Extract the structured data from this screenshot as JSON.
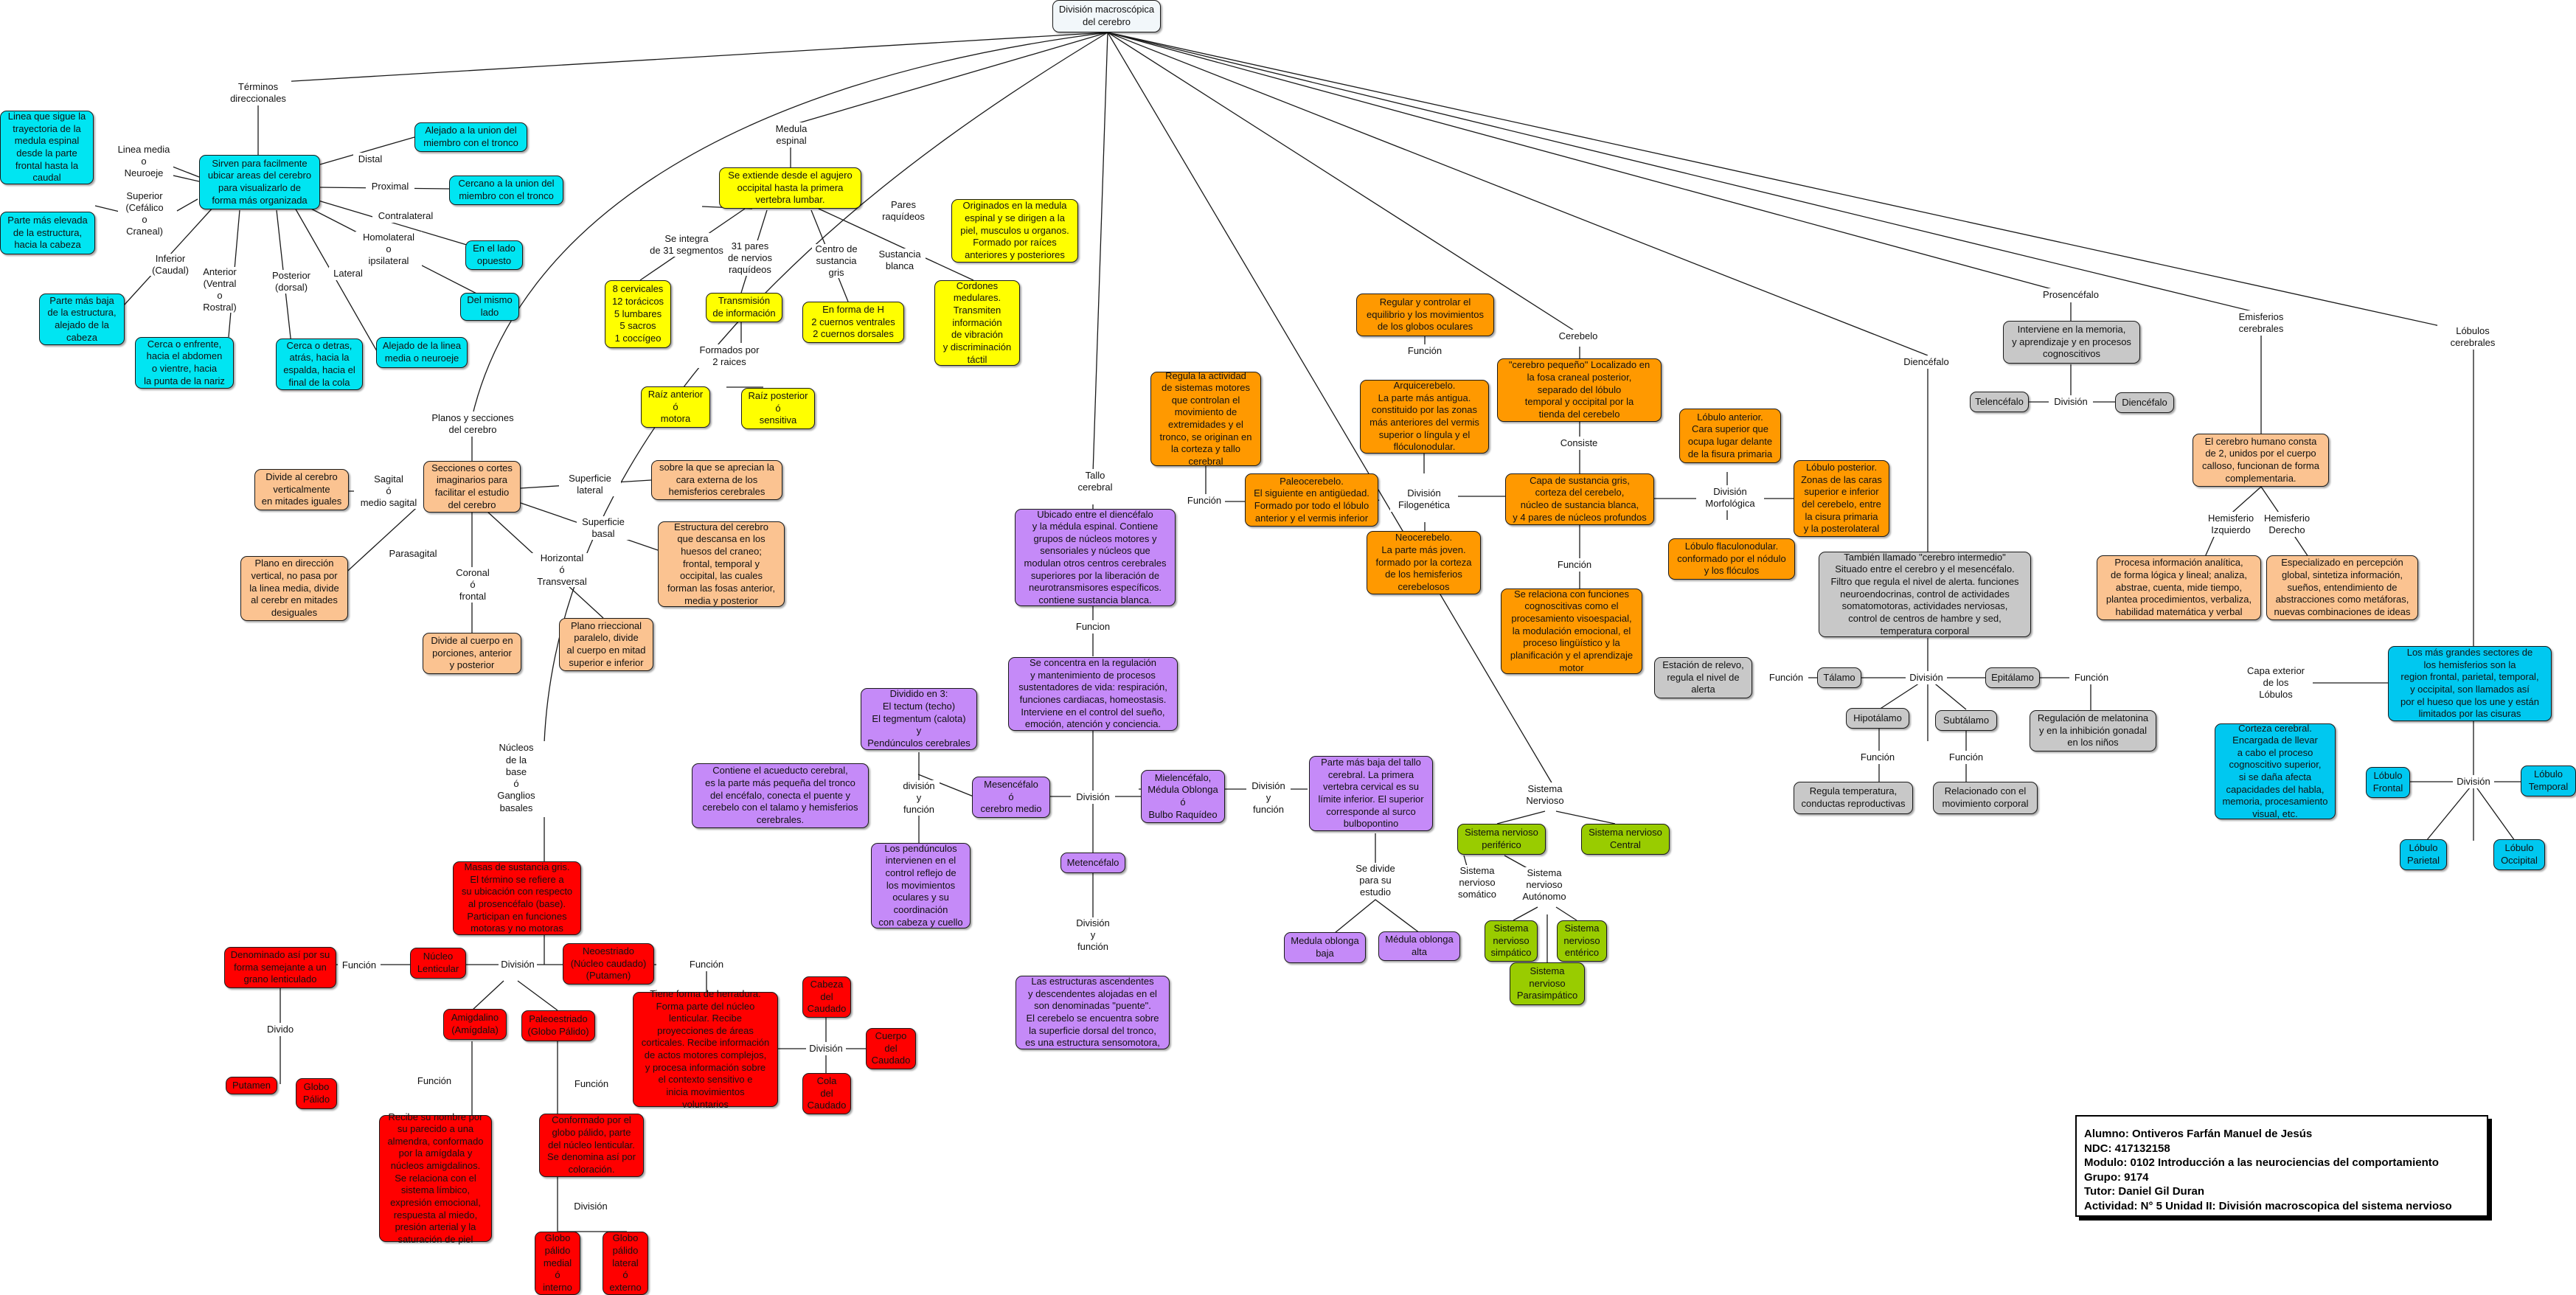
{
  "root": "División macroscópica\ndel cerebro",
  "terminos": {
    "label": "Términos\ndireccionales",
    "main": "Sirven para facilmente\nubicar areas del cerebro\npara visualizarlo de\nforma más organizada",
    "linea_media_label": "Linea media\no\nNeuroeje",
    "linea_media_node": "Linea que sigue la\ntrayectoria de la\nmedula espinal\ndesde la parte\nfrontal hasta la\ncaudal",
    "superior_label": "Superior\n(Cefálico\no\nCraneal)",
    "superior_node": "Parte más elevada\nde la estructura,\nhacia la cabeza",
    "inferior_label": "Inferior\n(Caudal)",
    "inferior_node": "Parte más baja\nde la estructura,\nalejado de la\ncabeza",
    "anterior_label": "Anterior\n(Ventral\no\nRostral)",
    "anterior_node": "Cerca o enfrente,\nhacia el abdomen\no vientre, hacia\nla punta de la nariz",
    "posterior_label": "Posterior\n(dorsal)",
    "posterior_node": "Cerca o detras,\natrás, hacia la\nespalda, hacia el\nfinal de la cola",
    "lateral_label": "Lateral",
    "lateral_node": "Alejado de la linea\nmedia o neuroeje",
    "homolateral_label": "Homolateral\no\nipsilateral",
    "homolateral_node": "Del mismo\nlado",
    "contralateral_label": "Contralateral",
    "contralateral_node": "En el lado\nopuesto",
    "proximal_label": "Proximal",
    "proximal_node": "Cercano a la union del\nmiembro con el tronco",
    "distal_label": "Distal",
    "distal_node": "Alejado a la union del\nmiembro con el tronco"
  },
  "planos": {
    "label": "Planos y secciones\ndel cerebro",
    "main": "Secciones o cortes\nimaginarios para\nfacilitar el estudio\ndel cerebro",
    "sagital_label": "Sagital\nó\nmedio sagital",
    "sagital_node": "Divide al cerebro\nverticalmente\nen mitades iguales",
    "parasagital_label": "Parasagital",
    "parasagital_node": "Plano en dirección\nvertical, no pasa por\nla linea media, divide\nal cerebr en mitades\ndesiguales",
    "coronal_label": "Coronal\nó\nfrontal",
    "coronal_node": "Divide al cuerpo en\nporciones, anterior\ny posterior",
    "horizontal_label": "Horizontal\nó\nTransversal",
    "horizontal_node": "Plano rrieccional\nparalelo, divide\nal cuerpo en mitad\nsuperior e inferior",
    "sup_lateral_label": "Superficie\nlateral",
    "sup_lateral_node": "sobre la que se aprecian la\ncara externa de los\nhemisferios cerebrales",
    "sup_basal_label": "Superficie\nbasal",
    "sup_basal_node": "Estructura del cerebro\nque descansa en los\nhuesos del craneo;\nfrontal, temporal y\noccipital, las cuales\nforman las fosas anterior,\nmedia y posterior"
  },
  "medula": {
    "label": "Medula\nespinal",
    "main": "Se extiende desde el agujero\noccipital hasta la primera\nvertebra lumbar.",
    "segmentos_label": "Se integra\nde 31 segmentos",
    "segmentos_node": "8 cervicales\n12 torácicos\n5 lumbares\n5 sacros\n1 coccígeo",
    "nervios_label": "31 pares\nde nervios\nraquídeos",
    "nervios_node": "Transmisión\nde información",
    "raices_label": "Formados por\n2 raices",
    "raiz_anterior": "Raíz anterior\nó\nmotora",
    "raiz_posterior": "Raíz posterior\nó\nsensitiva",
    "centro_label": "Centro de\nsustancia\ngris",
    "centro_node": "En forma de H\n2 cuernos ventrales\n2 cuernos dorsales",
    "blanca_label": "Sustancia\nblanca",
    "blanca_node": "Cordones\nmedulares.\nTransmiten\ninformación\nde vibración\ny discriminación\ntáctil",
    "pares_label": "Pares\nraquídeos",
    "pares_node": "Originados en la medula\nespinal y se dirigen a la\npiel, musculos u organos.\nFormado por raíces\nanteriores y posteriores"
  },
  "tallo": {
    "label": "Tallo\ncerebral",
    "main": "Ubicado entre el diencéfalo\ny la médula espinal. Contiene\ngrupos de núcleos motores y\nsensoriales y núcleos que\nmodulan otros centros cerebrales\nsuperiores por la liberación de\nneurotransmisores específicos.\ncontiene sustancia blanca.",
    "funcion_label": "Funcion",
    "funcion_node": "Se concentra en la regulación\ny mantenimiento de procesos\nsustentadores de vida: respiración,\nfunciones cardiacas, homeostasis.\nInterviene en el control del sueño,\nemoción, atención y conciencia.",
    "division_label": "División",
    "mesencefalo": "Mesencéfalo\nó\ncerebro medio",
    "mes_division_label": "división\ny\nfunción",
    "mes_div_node": "Dividido en 3:\nEl tectum (techo)\nEl tegmentum (calota)\ny\nPendúnculos cerebrales",
    "mes_left_node": "Contiene el acueducto cerebral,\nes la parte más pequeña del tronco\ndel encéfalo, conecta el puente y\ncerebelo con el talamo y hemisferios\ncerebrales.",
    "mes_bottom_node": "Los pendúnculos\nintervienen en el\ncontrol reflejo de\nlos movimientos\noculares y su\ncoordinación\ncon cabeza y cuello",
    "metencefalo": "Metencéfalo",
    "met_label": "División\ny\nfunción",
    "met_node": "Las estructuras ascendentes\ny descendentes alojadas en el\nson denominadas \"puente\".\nEl cerebelo se encuentra sobre\nla superficie dorsal del tronco,\nes una estructura sensomotora,",
    "mielencefalo": "Mielencéfalo,\nMédula Oblonga\nó\nBulbo Raquídeo",
    "miel_label": "División\ny\nfunción",
    "miel_node": "Parte más baja del tallo\ncerebral. La primera\nvertebra cervical es su\nlímite inferior. El superior\ncorresponde al surco\nbulbopontino",
    "miel_div_label": "Se divide\npara su\nestudio",
    "oblonga_baja": "Medula oblonga\nbaja",
    "oblonga_alta": "Médula oblonga\nalta"
  },
  "nucleos": {
    "label": "Núcleos\nde la\nbase\nó\nGanglios\nbasales",
    "main": "Masas de sustancia gris.\nEl término se refiere a\nsu ubicación con respecto\nal prosencéfalo (base).\nParticipan en funciones\nmotoras y no motoras",
    "division_label": "División",
    "lenticular": "Núcleo\nLenticular",
    "lenticular_funcion_label": "Función",
    "lenticular_funcion": "Denominado así por su\nforma semejante a un\ngrano lenticulado",
    "lenticular_divido_label": "Divido",
    "putamen": "Putamen",
    "globo_palido": "Globo\nPálido",
    "neoestriado": "Neoestriado\n(Núcleo caudado)\n(Putamen)",
    "neo_funcion_label": "Función",
    "neo_funcion": "Tiene forma de herradura.\nForma parte del núcleo\nlenticular. Recibe\nproyecciones de áreas\ncorticales. Recibe información\nde actos motores complejos,\ny procesa información sobre\nel contexto sensitivo  e\ninicia movimientos\nvoluntarios",
    "neo_division_label": "División",
    "cabeza": "Cabeza\ndel\nCaudado",
    "cuerpo": "Cuerpo\ndel\nCaudado",
    "cola": "Cola\ndel\nCaudado",
    "amigdalino": "Amigdalino\n(Amígdala)",
    "amig_funcion_label": "Función",
    "amig_funcion": "Recibe su nombre por\nsu parecido a una\nalmendra, conformado\npor la amígdala y\nnúcleos amigdalinos.\nSe relaciona con el\nsistema límbico,\nexpresión emocional,\nrespuesta al miedo,\npresión arterial y la\nsaturación de piel",
    "paleoestriado": "Paleoestriado\n(Globo Pálido)",
    "paleo_funcion_label": "Función",
    "paleo_funcion": "Conformado por el\nglobo pálido, parte\ndel núcleo lenticular.\nSe denomina así por\ncoloración.",
    "paleo_division_label": "División",
    "globo_medial": "Globo\npálido\nmedial\nó\ninterno",
    "globo_lateral": "Globo\npálido\nlateral\nó\nexterno"
  },
  "sistema": {
    "label": "Sistema\nNervioso",
    "periferico": "Sistema nervioso\nperiférico",
    "central": "Sistema nervioso\nCentral",
    "somatico_label": "Sistema\nnervioso\nsomático",
    "autonomo_label": "Sistema\nnervioso\nAutónomo",
    "simpatico": "Sistema\nnervioso\nsimpático",
    "enterico": "Sistema\nnervioso\nentérico",
    "parasimpatico": "Sistema\nnervioso\nParasimpático"
  },
  "cerebelo": {
    "label": "Cerebelo",
    "main": "\"cerebro pequeño\" Localizado en\nla fosa craneal posterior,\nseparado del lóbulo\ntemporal y occipital por la\ntienda del cerebelo",
    "consiste_label": "Consiste",
    "capa_node": "Capa de sustancia gris,\ncorteza del cerebelo,\nnúcleo de sustancia blanca,\ny 4 pares de núcleos profundos",
    "funcion_label": "Función",
    "funcion_node": "Se relaciona con funciones\ncognoscitivas como el\nprocesamiento visoespacial,\nla modulación emocional, el\nproceso lingüístico y la\nplanificación y el aprendizaje\nmotor",
    "division_filo_label": "División\nFilogenética",
    "arqui": "Arquicerebelo.\nLa parte más antigua.\nconstituido por las zonas\nmás anteriores del vermis\nsuperior o língula y el\nflóculonodular.",
    "arqui_funcion_label": "Función",
    "arqui_funcion": "Regular y controlar el\nequilibrio y los movimientos\nde los globos oculares",
    "paleo": "Paleocerebelo.\nEl siguiente en antigüedad.\nFormado por todo el lóbulo\nanterior y el vermis inferior",
    "paleo_funcion_label": "Función",
    "paleo_funcion": "Regula la actividad\nde sistemas motores\nque controlan el\nmovimiento de\nextremidades y el\ntronco, se originan en\nla corteza y tallo\ncerebral",
    "neo": "Neocerebelo.\nLa parte más joven.\nformado por la corteza\nde los hemisferios\ncerebelosos",
    "division_morfo_label": "División\nMorfológica",
    "anterior": "Lóbulo anterior.\nCara superior que\nocupa lugar delante\nde la fisura primaria",
    "posterior": "Lóbulo posterior.\nZonas de las caras\nsuperior e inferior\ndel cerebelo, entre\nla cisura primaria\ny la posterolateral",
    "flocu": "Lóbulo flaculonodular.\nconformado por el nódulo\ny los flóculos"
  },
  "diencefalo": {
    "label": "Diencéfalo",
    "main": "También llamado \"cerebro intermedio\"\nSituado entre el cerebro y el mesencéfalo.\nFiltro que regula el nivel de alerta. funciones\nneuroendocrinas, control de actividades\nsomatomotoras, actividades nerviosas,\ncontrol de centros de hambre y sed,\ntemperatura corporal",
    "division_label": "División",
    "talamo": "Tálamo",
    "talamo_funcion_label": "Función",
    "talamo_funcion": "Estación de relevo,\nregula el nivel de\nalerta",
    "epitalamo": "Epitálamo",
    "epitalamo_funcion_label": "Función",
    "epitalamo_funcion": "Regulación de melatonina\ny en la inhibición gonadal\nen los niños",
    "hipotalamo": "Hipotálamo",
    "hipotalamo_funcion_label": "Función",
    "hipotalamo_funcion": "Regula temperatura,\nconductas reproductivas",
    "subtalamo": "Subtálamo",
    "subtalamo_funcion_label": "Función",
    "subtalamo_funcion": "Relacionado con el\nmovimiento corporal"
  },
  "prosencefalo": {
    "label": "Prosencéfalo",
    "main": "Interviene en la memoria,\ny aprendizaje y en procesos\ncognoscitivos",
    "division_label": "División",
    "telencefalo": "Telencéfalo",
    "diencefalo": "Diencéfalo"
  },
  "hemisferios": {
    "label": "Emisferios\ncerebrales",
    "main": "El cerebro humano consta\nde 2, unidos por el cuerpo\ncalloso, funcionan de forma\ncomplementaria.",
    "izq_label": "Hemisferio\nIzquierdo",
    "izq_node": "Procesa información analítica,\nde forma lógica y lineal; analiza,\nabstrae, cuenta, mide tiempo,\nplantea procedimientos, verbaliza,\nhabilidad matemática y verbal",
    "der_label": "Hemisferio\nDerecho",
    "der_node": "Especializado en percepción\nglobal, sintetiza información,\nsueños, entendimiento de\nabstracciones como metáforas,\nnuevas combinaciones de ideas"
  },
  "lobulos": {
    "label": "Lóbulos\ncerebrales",
    "main": "Los más grandes sectores de\nlos hemisferios son la\nregion frontal, parietal, temporal,\ny occipital, son llamados así\npor el hueso que los une y están\nlimitados por las cisuras",
    "capa_label": "Capa exterior\nde los\nLóbulos",
    "corteza_node": "Corteza cerebral.\nEncargada de llevar\na cabo el proceso\ncognoscitivo superior,\nsi se daña afecta\ncapacidades del habla,\nmemoria, procesamiento\nvisual, etc.",
    "division_label": "División",
    "frontal": "Lóbulo\nFrontal",
    "temporal": "Lóbulo\nTemporal",
    "parietal": "Lóbulo\nParietal",
    "occipital": "Lóbulo\nOccipital"
  },
  "info": {
    "alumno": "Alumno: Ontiveros Farfán Manuel de Jesús",
    "ndc": "NDC: 417132158",
    "modulo": "Modulo: 0102 Introducción a las neurociencias del comportamiento",
    "grupo": "Grupo: 9174",
    "tutor": "Tutor: Daniel Gil Duran",
    "actividad": "Actividad: N° 5 Unidad II: División macroscopica del sistema nervioso"
  }
}
